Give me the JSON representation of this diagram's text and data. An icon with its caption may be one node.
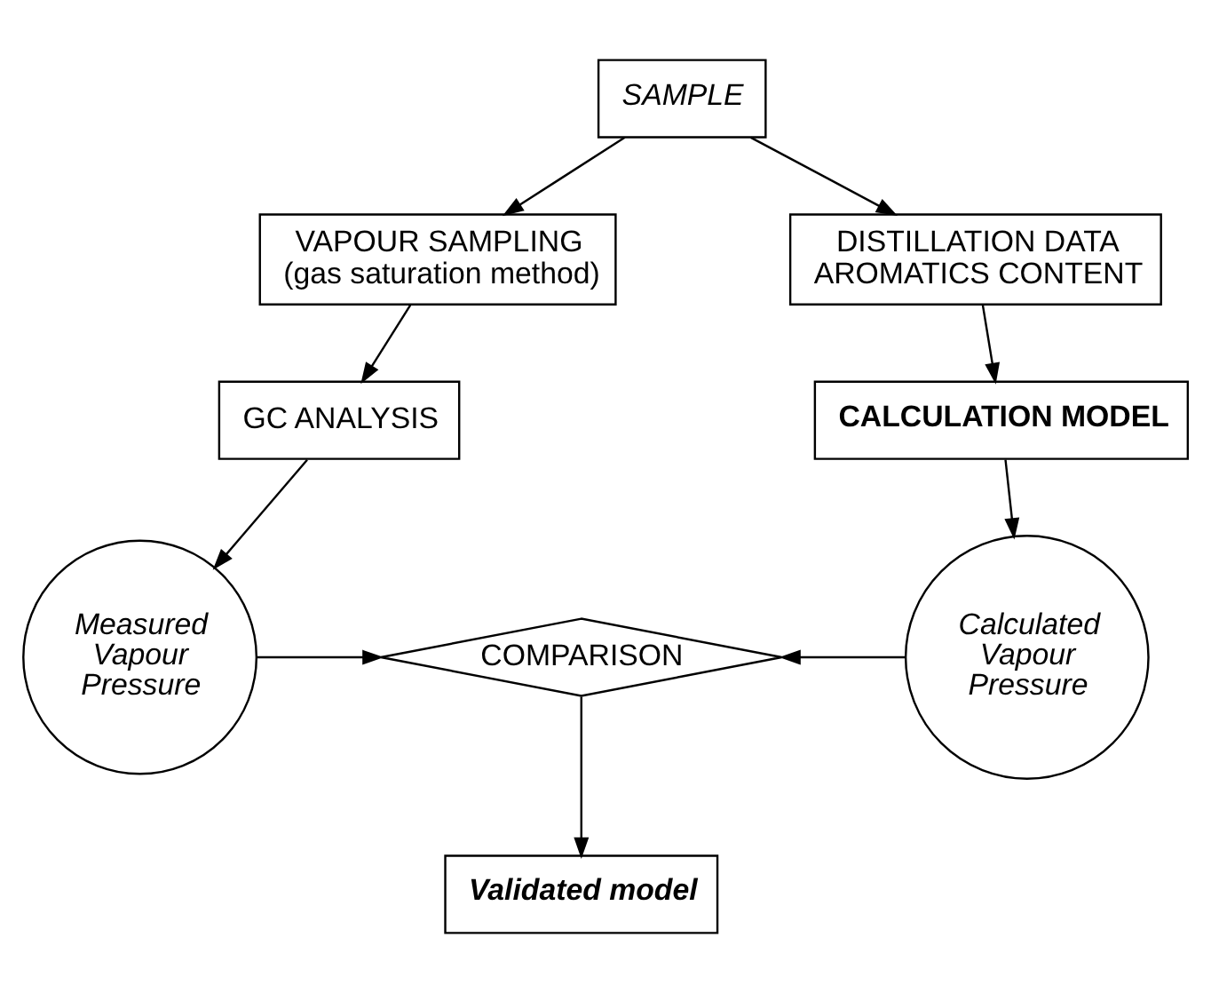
{
  "diagram": {
    "nodes": [
      {
        "text": [
          "SAMPLE"
        ]
      },
      {
        "text": [
          "VAPOUR SAMPLING",
          "(gas saturation method)"
        ]
      },
      {
        "text": [
          "DISTILLATION DATA",
          "AROMATICS CONTENT"
        ]
      },
      {
        "text": [
          "GC ANALYSIS"
        ]
      },
      {
        "text": [
          "CALCULATION MODEL"
        ]
      },
      {
        "text": [
          "Measured Vapour Pressure"
        ]
      },
      {
        "text": [
          "COMPARISON"
        ]
      },
      {
        "text": [
          "Calculated Vapour Pressure"
        ]
      },
      {
        "text": [
          "Validated model"
        ]
      }
    ],
    "edges": [
      {
        "from": 0,
        "to": 1,
        "arrow": "to"
      },
      {
        "from": 0,
        "to": 2,
        "arrow": "to"
      },
      {
        "from": 1,
        "to": 3,
        "arrow": "to"
      },
      {
        "from": 2,
        "to": 4,
        "arrow": "to"
      },
      {
        "from": 3,
        "to": 5,
        "arrow": "to"
      },
      {
        "from": 4,
        "to": 7,
        "arrow": "to"
      },
      {
        "from": 5,
        "to": 6,
        "arrow": "to"
      },
      {
        "from": 7,
        "to": 6,
        "arrow": "to"
      },
      {
        "from": 6,
        "to": 8,
        "arrow": "to"
      }
    ]
  }
}
